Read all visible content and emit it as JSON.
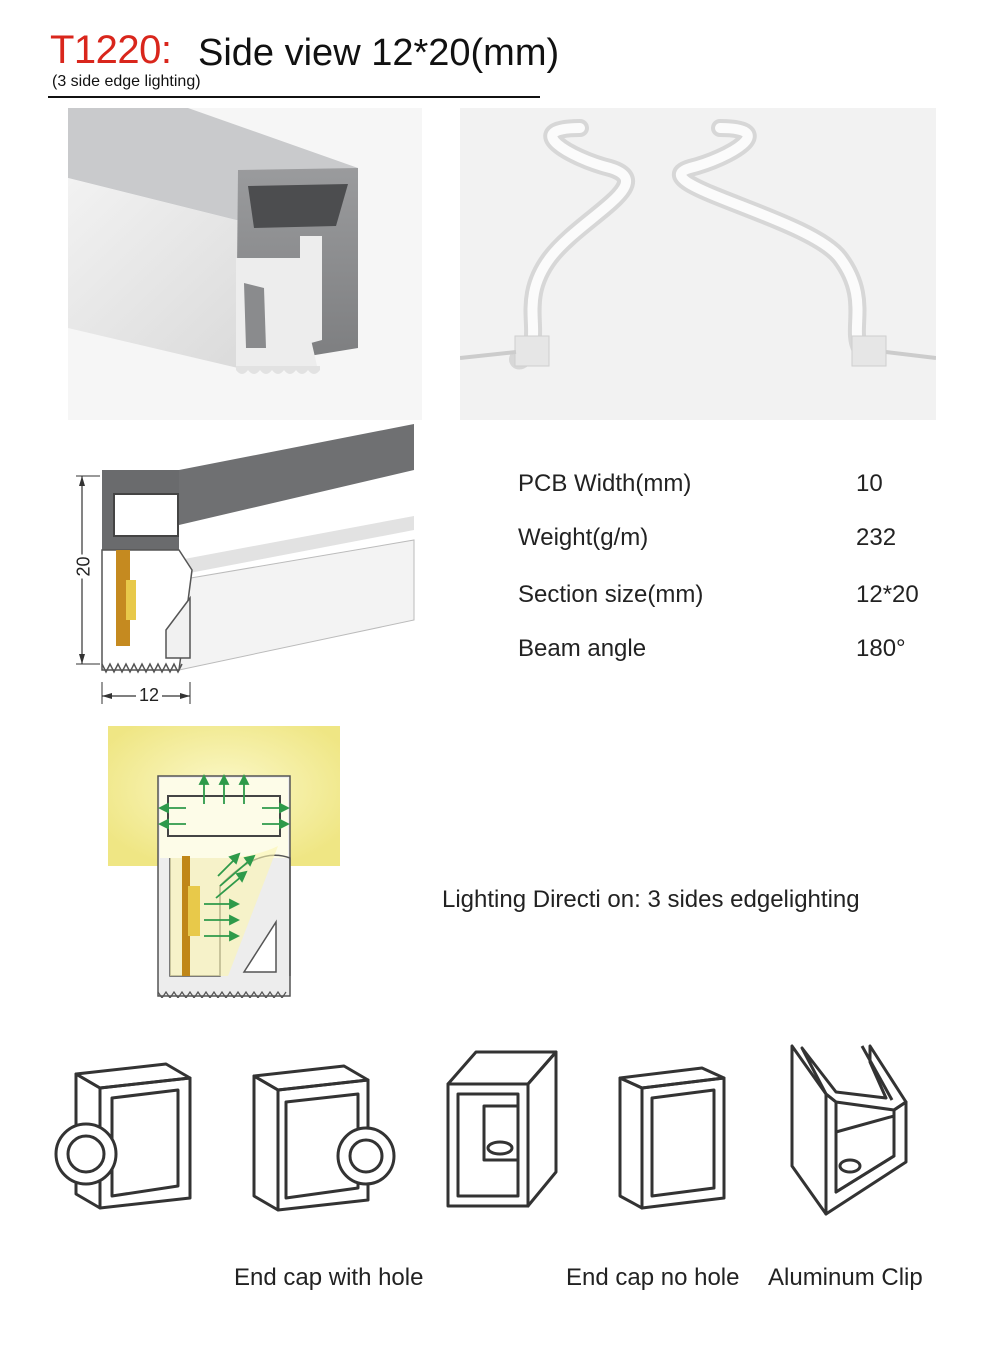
{
  "header": {
    "model": "T1220:",
    "title": "Side view 12*20(mm)",
    "subtitle": "(3 side edge lighting)"
  },
  "dimensions": {
    "height_label": "20",
    "width_label": "12"
  },
  "specs": [
    {
      "label": "PCB Width(mm)",
      "value": "10"
    },
    {
      "label": "Weight(g/m)",
      "value": "232"
    },
    {
      "label": "Section size(mm)",
      "value": "12*20"
    },
    {
      "label": "Beam angle",
      "value": "180°"
    }
  ],
  "lighting": {
    "text": "Lighting Directi on: 3 sides edgelighting",
    "glow_color": "#f4ef9a",
    "arrow_color": "#2e9a4a"
  },
  "accessories": {
    "end_cap_with_hole": "End cap with hole",
    "end_cap_no_hole": "End cap no hole",
    "aluminum_clip": "Aluminum Clip"
  },
  "colors": {
    "model_red": "#d9261c",
    "profile_gray": "#6f7072",
    "silicone_white": "#eeeeee"
  }
}
